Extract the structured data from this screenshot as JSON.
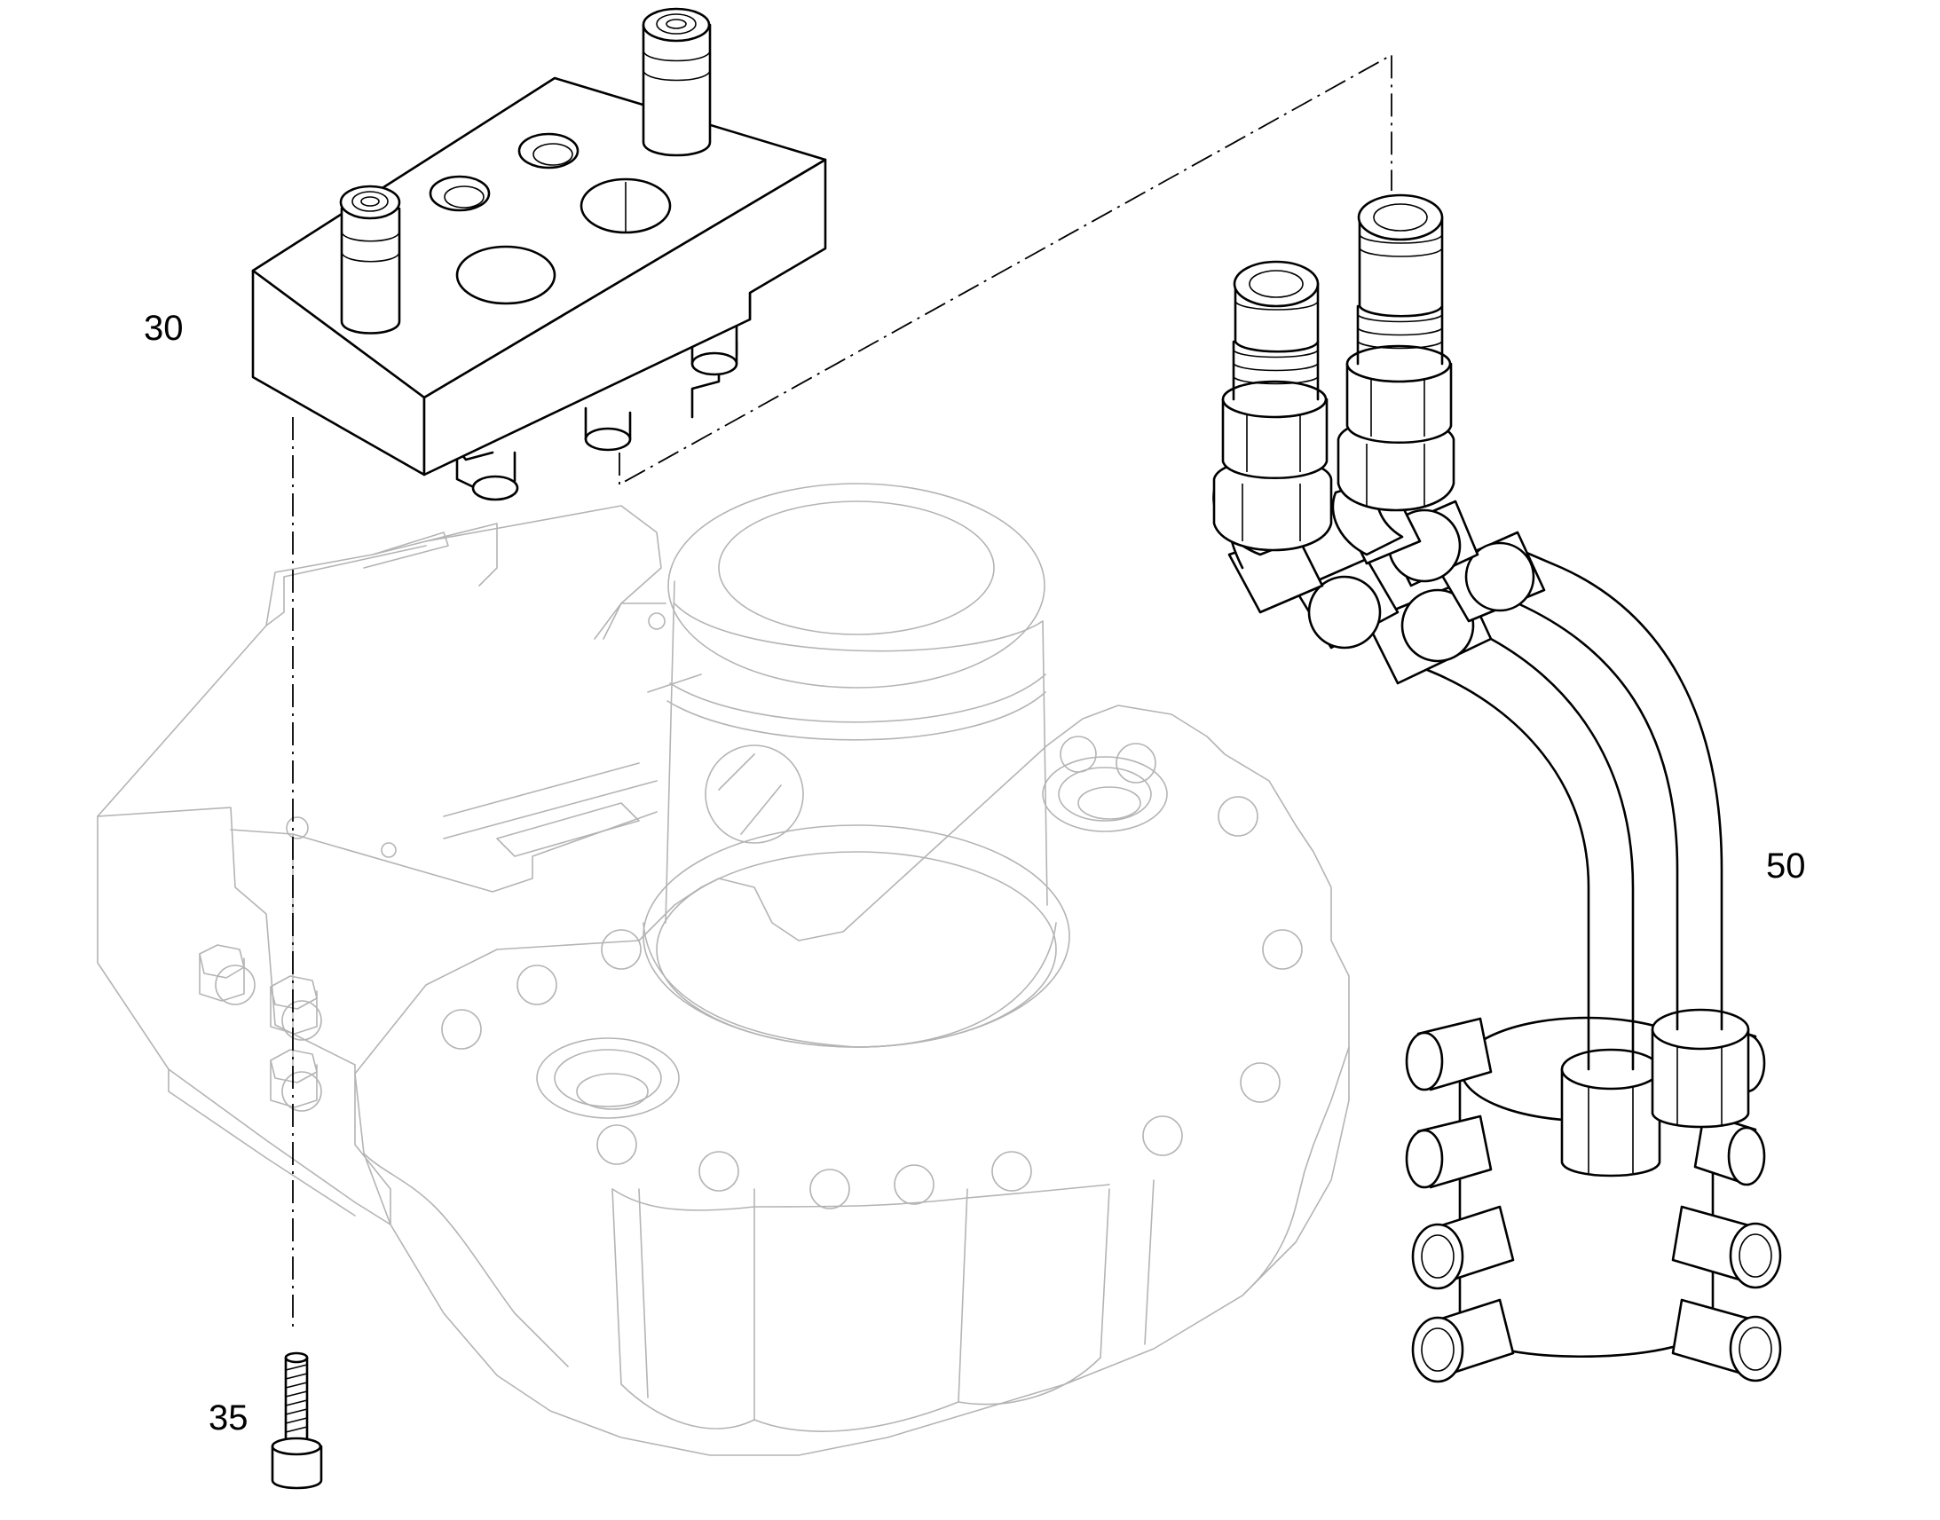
{
  "callouts": {
    "valve_block": "30",
    "screw": "35",
    "pipe_assembly": "50"
  }
}
